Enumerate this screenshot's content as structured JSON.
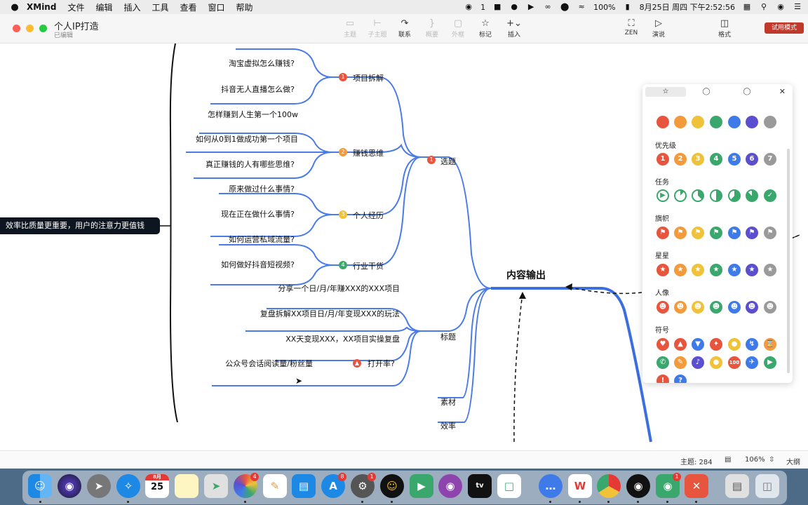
{
  "menubar": {
    "app_name": "XMind",
    "items": [
      "文件",
      "编辑",
      "插入",
      "工具",
      "查看",
      "窗口",
      "帮助"
    ],
    "wechat_count": "1",
    "battery": "100%",
    "datetime": "8月25日 周四 下午2:52:56"
  },
  "titlebar": {
    "doc_title": "个人IP打造",
    "doc_status": "已编辑",
    "tools": {
      "topic": "主题",
      "subtopic": "子主题",
      "relationship": "联系",
      "summary": "概要",
      "boundary": "外框",
      "marker": "标记",
      "insert": "插入",
      "zen": "ZEN",
      "present": "演说",
      "format": "格式"
    },
    "trial_button": "试用模式"
  },
  "mindmap": {
    "left_topic": "效率比质量更重要，用户的注意力更值钱",
    "central": "内容输出",
    "branch_xuanti": "选题",
    "branch_biaoti": "标题",
    "branch_sucai": "素材",
    "branch_xiaolv": "效率",
    "sub_xiangmu": "项目拆解",
    "sub_zhuanqian": "赚钱思维",
    "sub_jingli": "个人经历",
    "sub_hangye": "行业干货",
    "leaf_taobao": "淘宝虚拟怎么赚钱?",
    "leaf_douyin_wuren": "抖音无人直播怎么做?",
    "leaf_100w": "怎样赚到人生第一个100w",
    "leaf_0to1": "如何从0到1做成功第一个项目",
    "leaf_siwei": "真正赚钱的人有哪些思维?",
    "leaf_yuanlai": "原来做过什么事情?",
    "leaf_xianzai": "现在正在做什么事情?",
    "leaf_siyu": "如何运营私域流量?",
    "leaf_duanshipin": "如何做好抖音短视频?",
    "title_1": "分享一个日/月/年赚XXX的XXX项目",
    "title_2": "复盘拆解XX项目日/月/年变现XXX的玩法",
    "title_3": "XX天变现XXX，XX项目实操复盘",
    "title_4": "公众号会话阅读量/粉丝量",
    "title_4_note": "打开率?",
    "priority_markers": [
      "1",
      "2",
      "3",
      "4",
      "1"
    ]
  },
  "marker_panel": {
    "groups": {
      "priority": "优先级",
      "task": "任务",
      "flag": "旗帜",
      "star": "星星",
      "person": "人像",
      "symbol": "符号"
    },
    "priority_numbers": [
      "1",
      "2",
      "3",
      "4",
      "5",
      "6",
      "7"
    ],
    "colors": [
      "#e8553e",
      "#f39a3c",
      "#f0c23a",
      "#3aa76d",
      "#3f7be8",
      "#5b4fcf",
      "#9a9a9a"
    ]
  },
  "statusbar": {
    "topic_count": "主题: 284",
    "zoom": "106%",
    "outline": "大纲"
  },
  "dock": {
    "calendar_day": "25",
    "calendar_month": "8月",
    "badges": {
      "photos": "4",
      "appstore": "8",
      "prefs": "1",
      "wechat": "1"
    }
  }
}
